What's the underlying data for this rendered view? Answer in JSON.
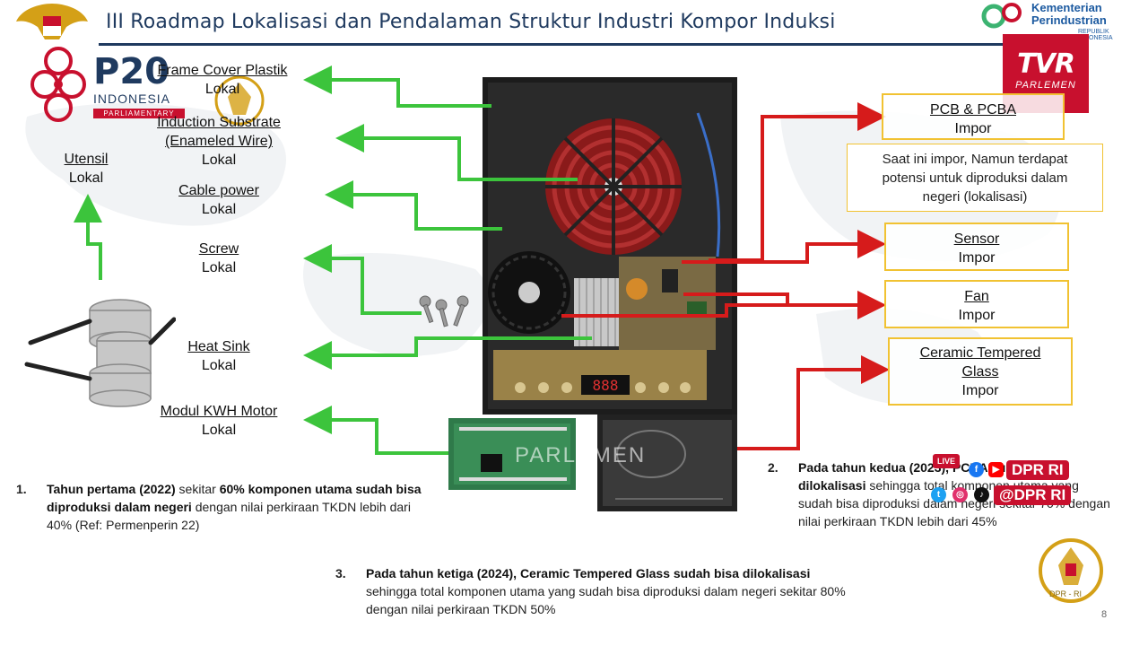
{
  "title": "III Roadmap Lokalisasi dan Pendalaman Struktur Industri Kompor Induksi",
  "logos": {
    "p20": "P20",
    "p20_sub": "INDONESIA",
    "p20_sub2": "PARLIAMENTARY",
    "kemenperin_1": "Kementerian",
    "kemenperin_2": "Perindustrian",
    "kemenperin_3": "REPUBLIK INDONESIA",
    "tvr_1": "TVR",
    "tvr_2": "PARLEMEN",
    "dpr_seal": "DPR - RI"
  },
  "left_labels": [
    {
      "name": "Frame Cover Plastik",
      "status": "Lokal"
    },
    {
      "name": "Induction Substrate",
      "name2": "(Enameled Wire)",
      "status": "Lokal"
    },
    {
      "name": "Cable power",
      "status": "Lokal"
    },
    {
      "name": "Screw",
      "status": "Lokal"
    },
    {
      "name": "Heat Sink",
      "status": "Lokal"
    },
    {
      "name": "Modul KWH Motor",
      "status": "Lokal"
    }
  ],
  "utensil": {
    "name": "Utensil",
    "status": "Lokal"
  },
  "right_boxes": [
    {
      "name": "PCB & PCBA",
      "status": "Impor"
    },
    {
      "name": "Sensor",
      "status": "Impor"
    },
    {
      "name": "Fan",
      "status": "Impor"
    },
    {
      "name": "Ceramic Tempered",
      "name2": "Glass",
      "status": "Impor"
    }
  ],
  "pcb_note": {
    "line1": "Saat ini impor, Namun terdapat",
    "line2": "potensi untuk diproduksi dalam",
    "line3": "negeri (lokalisasi)"
  },
  "paragraphs": {
    "p1": {
      "num": "1.",
      "bold1": "Tahun pertama (2022)",
      "text1": " sekitar ",
      "bold2": "60% komponen utama sudah bisa diproduksi dalam negeri",
      "text2": " dengan nilai perkiraan TKDN lebih dari 40% (Ref: Permenperin 22)"
    },
    "p2": {
      "num": "2.",
      "bold1": "Pada tahun kedua (2023), PCBA sudah bisa dilokalisasi",
      "text1": " sehingga total komponen utama yang sudah bisa diproduksi dalam negeri sekitar 70% dengan nilai perkiraan TKDN lebih dari 45%"
    },
    "p3": {
      "num": "3.",
      "bold1": "Pada tahun ketiga (2024), Ceramic Tempered Glass sudah bisa dilokalisasi",
      "text1": " sehingga total komponen utama yang sudah bisa diproduksi dalam negeri sekitar 80% dengan nilai perkiraan TKDN 50%"
    }
  },
  "social": {
    "youtube": "DPR RI",
    "handle": "@DPR RI",
    "live": "LIVE"
  },
  "watermark": "PARLEMEN",
  "display": {
    "seven_seg": "888"
  },
  "page_number": "8",
  "colors": {
    "green": "#3cc43c",
    "red": "#d61b1b",
    "box_border": "#f1c232",
    "title": "#1f3a5f"
  }
}
